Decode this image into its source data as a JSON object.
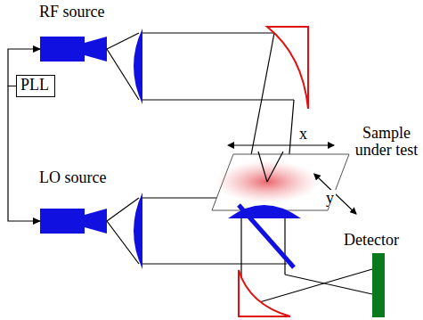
{
  "diagram": {
    "nodes": [
      {
        "text": [
          "RF source"
        ]
      },
      {
        "text": [
          "PLL"
        ]
      },
      {
        "text": [
          "LO source"
        ]
      },
      {
        "text": [
          "Detector"
        ]
      }
    ],
    "edges": [
      {
        "from": 1,
        "to": 0,
        "arrow": "to"
      },
      {
        "from": 1,
        "to": 2,
        "arrow": "to"
      }
    ],
    "labels": [
      "x",
      "y",
      "Sample under test"
    ]
  }
}
